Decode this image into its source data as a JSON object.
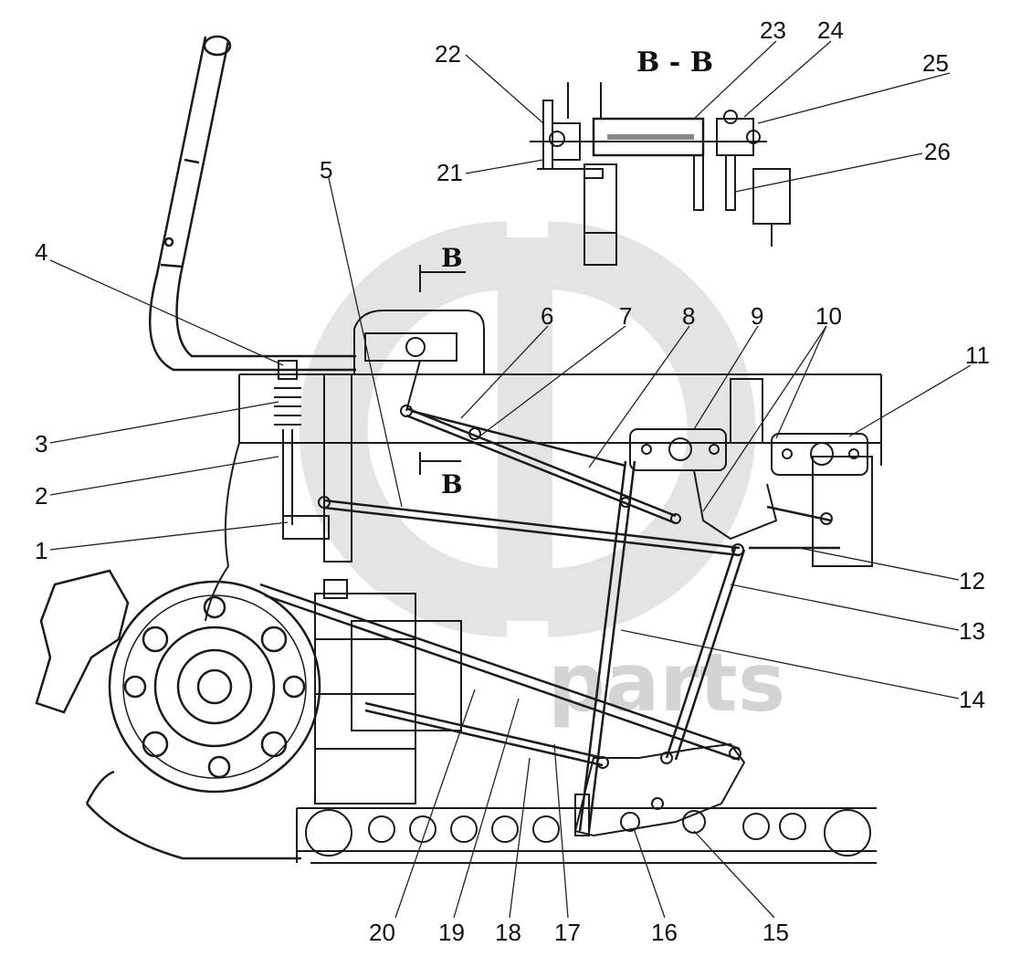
{
  "section_title": "B - B",
  "cut_marks": [
    "B",
    "B"
  ],
  "watermark": "parts",
  "callouts": [
    "1",
    "2",
    "3",
    "4",
    "5",
    "6",
    "7",
    "8",
    "9",
    "10",
    "11",
    "12",
    "13",
    "14",
    "15",
    "16",
    "17",
    "18",
    "19",
    "20",
    "21",
    "22",
    "23",
    "24",
    "25",
    "26"
  ]
}
